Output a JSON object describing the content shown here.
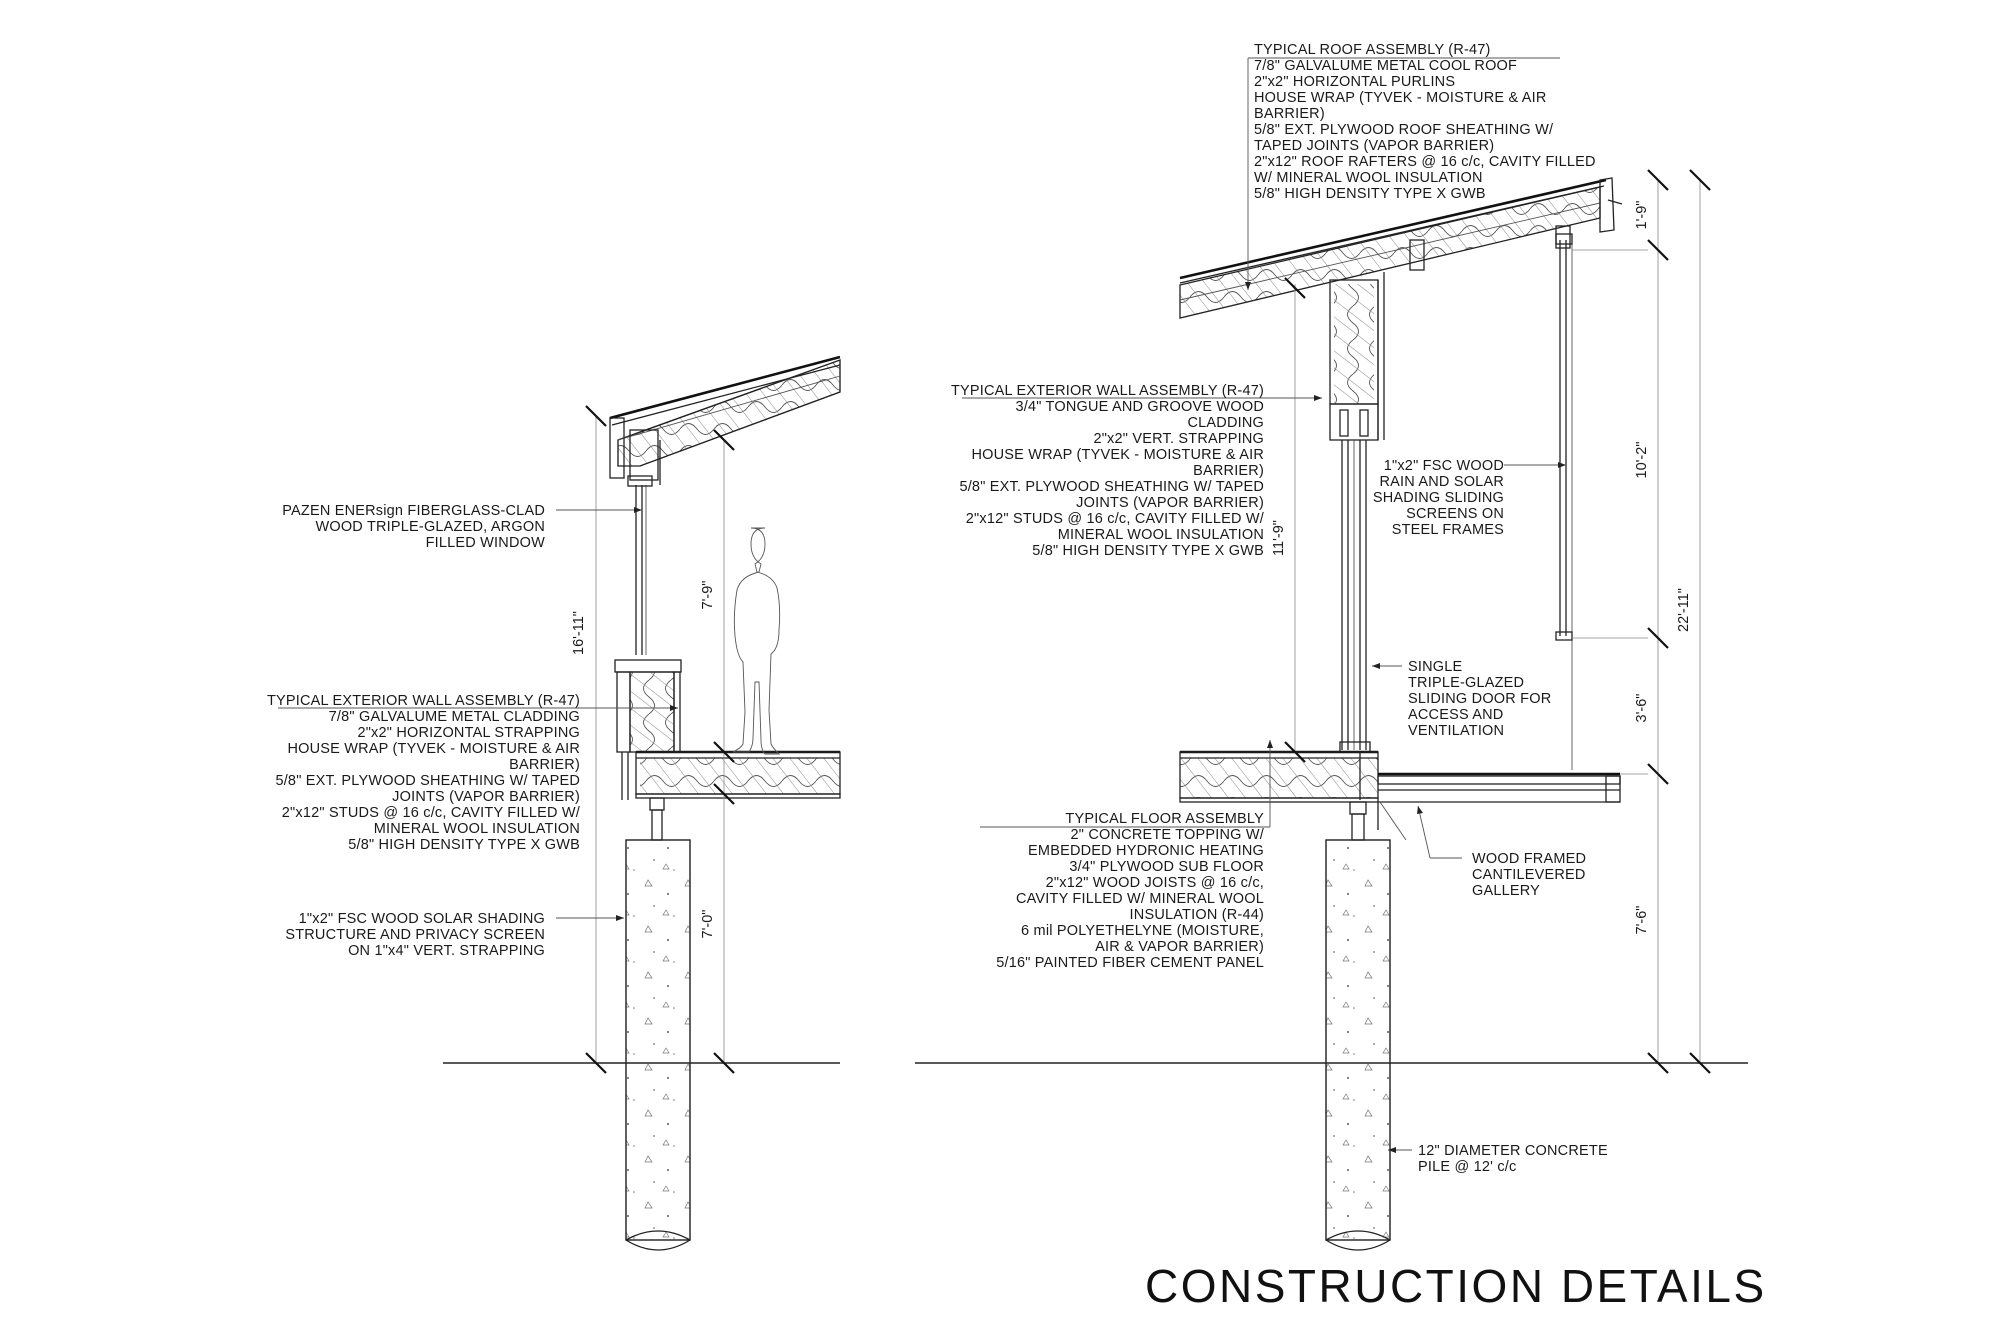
{
  "title": "CONSTRUCTION DETAILS",
  "left_section": {
    "window_note": [
      "PAZEN ENERsign FIBERGLASS-CLAD",
      "WOOD TRIPLE-GLAZED, ARGON",
      "FILLED WINDOW"
    ],
    "wall_assembly": [
      "TYPICAL EXTERIOR WALL ASSEMBLY (R-47)",
      "7/8\" GALVALUME METAL CLADDING",
      "2\"x2\" HORIZONTAL STRAPPING",
      "HOUSE WRAP (TYVEK - MOISTURE & AIR",
      "BARRIER)",
      "5/8\" EXT. PLYWOOD SHEATHING W/ TAPED",
      "JOINTS (VAPOR BARRIER)",
      "2\"x12\" STUDS @ 16 c/c, CAVITY FILLED W/",
      "MINERAL WOOL INSULATION",
      "5/8\" HIGH DENSITY TYPE X GWB"
    ],
    "screen_note": [
      "1\"x2\" FSC WOOD SOLAR SHADING",
      "STRUCTURE AND PRIVACY SCREEN",
      "ON 1\"x4\" VERT. STRAPPING"
    ],
    "dimensions": {
      "overall": "16'-11\"",
      "ceiling": "7'-9\"",
      "floor": "7'-0\""
    }
  },
  "right_section": {
    "roof_assembly": [
      "TYPICAL ROOF ASSEMBLY (R-47)",
      "7/8\" GALVALUME METAL COOL ROOF",
      "2\"x2\" HORIZONTAL PURLINS",
      "HOUSE WRAP (TYVEK - MOISTURE & AIR",
      "BARRIER)",
      "5/8\" EXT. PLYWOOD ROOF SHEATHING W/",
      "TAPED JOINTS (VAPOR BARRIER)",
      "2\"x12\" ROOF RAFTERS @ 16 c/c, CAVITY FILLED",
      "W/ MINERAL WOOL INSULATION",
      "5/8\" HIGH DENSITY TYPE X GWB"
    ],
    "wall_assembly": [
      "TYPICAL EXTERIOR WALL ASSEMBLY (R-47)",
      "3/4\" TONGUE AND GROOVE WOOD",
      "CLADDING",
      "2\"x2\" VERT. STRAPPING",
      "HOUSE WRAP (TYVEK - MOISTURE & AIR",
      "BARRIER)",
      "5/8\" EXT. PLYWOOD SHEATHING W/ TAPED",
      "JOINTS (VAPOR BARRIER)",
      "2\"x12\" STUDS @ 16 c/c, CAVITY FILLED W/",
      "MINERAL WOOL INSULATION",
      "5/8\" HIGH DENSITY TYPE X GWB"
    ],
    "screens_note": [
      "1\"x2\" FSC WOOD",
      "RAIN AND SOLAR",
      "SHADING SLIDING",
      "SCREENS ON",
      "STEEL FRAMES"
    ],
    "door_note": [
      "SINGLE",
      "TRIPLE-GLAZED",
      "SLIDING DOOR FOR",
      "ACCESS AND",
      "VENTILATION"
    ],
    "floor_assembly": [
      "TYPICAL FLOOR ASSEMBLY",
      "2\" CONCRETE TOPPING W/",
      "EMBEDDED HYDRONIC HEATING",
      "3/4\" PLYWOOD SUB FLOOR",
      "2\"x12\" WOOD JOISTS @ 16 c/c,",
      "CAVITY FILLED W/ MINERAL WOOL",
      "INSULATION (R-44)",
      "6 mil POLYETHELYNE (MOISTURE,",
      "AIR & VAPOR BARRIER)",
      "5/16\" PAINTED FIBER CEMENT PANEL"
    ],
    "gallery_note": [
      "WOOD FRAMED",
      "CANTILEVERED",
      "GALLERY"
    ],
    "pile_note": [
      "12\" DIAMETER CONCRETE",
      "PILE @ 12' c/c"
    ],
    "dimensions": {
      "wall": "11'-9\"",
      "eave": "1'-9\"",
      "screen": "10'-2\"",
      "rail": "3'-6\"",
      "floor": "7'-6\"",
      "overall": "22'-11\""
    }
  }
}
